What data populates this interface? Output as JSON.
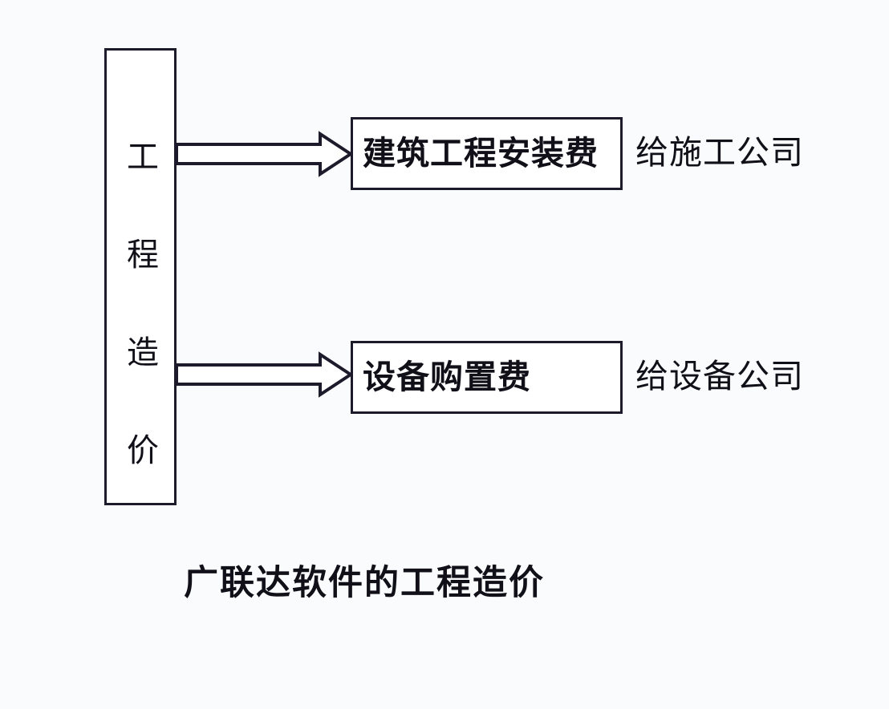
{
  "diagram": {
    "source": {
      "label": "工程造价",
      "label_vertical": "工\n程\n造\n价"
    },
    "branches": [
      {
        "box_label": "建筑工程安装费",
        "side_label": "给施工公司",
        "arrow_icon": "block-arrow-right-icon"
      },
      {
        "box_label": "设备购置费",
        "side_label": "给设备公司",
        "arrow_icon": "block-arrow-right-icon"
      }
    ],
    "caption": "广联达软件的工程造价",
    "colors": {
      "background": "#fafbfd",
      "stroke": "#1d1b2b",
      "text": "#111018",
      "box_fill": "#ffffff"
    }
  }
}
